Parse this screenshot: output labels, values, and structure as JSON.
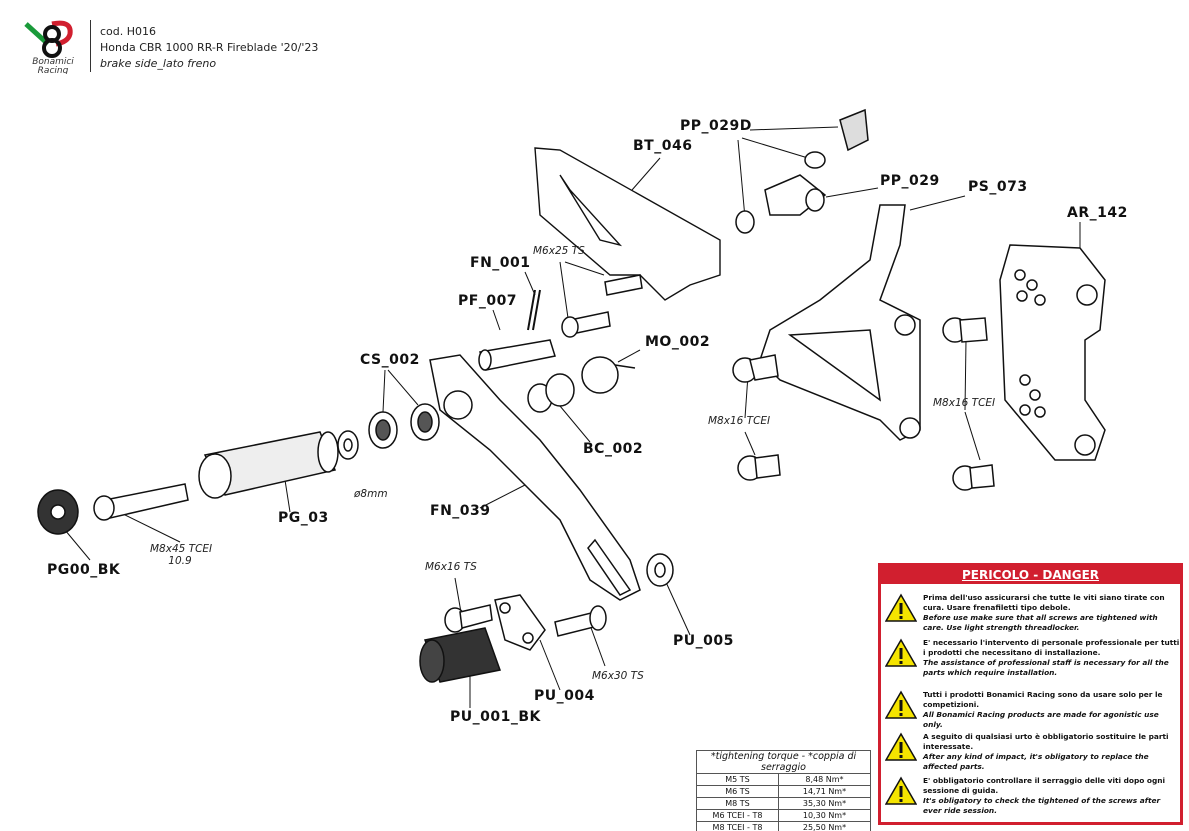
{
  "header": {
    "brand": "Bonamici Racing",
    "code": "cod. H016",
    "model": "Honda CBR 1000 RR-R Fireblade '20/'23",
    "side": "brake side_lato freno"
  },
  "parts": {
    "pp029d": "PP_029D",
    "bt046": "BT_046",
    "pp029": "PP_029",
    "ps073": "PS_073",
    "ar142": "AR_142",
    "fn001": "FN_001",
    "pf007": "PF_007",
    "mo002": "MO_002",
    "cs002": "CS_002",
    "bc002": "BC_002",
    "fn039": "FN_039",
    "pg03": "PG_03",
    "pg00bk": "PG00_BK",
    "pu005": "PU_005",
    "pu004": "PU_004",
    "pu001bk": "PU_001_BK"
  },
  "screws": {
    "m6x25": "M6x25 TS",
    "m8x16a": "M8x16 TCEI",
    "m8x16b": "M8x16 TCEI",
    "d8": "ø8mm",
    "m8x45": "M8x45 TCEI",
    "m8x45grade": "10.9",
    "m6x16": "M6x16 TS",
    "m6x30": "M6x30 TS"
  },
  "danger": {
    "title": "PERICOLO - DANGER",
    "color": "#d11f2f",
    "items": [
      {
        "it": "Prima dell'uso assicurarsi che tutte le viti siano tirate con cura. Usare frenafiletti tipo debole.",
        "en": "Before use make sure that all screws are tightened with care. Use light strength threadlocker."
      },
      {
        "it": "E' necessario l'intervento di personale professionale per tutti i prodotti che necessitano di installazione.",
        "en": "The assistance of professional staff is necessary for all the parts which require installation."
      },
      {
        "it": "Tutti i prodotti Bonamici Racing sono da usare solo per le competizioni.",
        "en": "All Bonamici Racing products are made for agonistic use only."
      },
      {
        "it": "A seguito di qualsiasi urto è obbligatorio sostituire le parti interessate.",
        "en": "After any kind of impact, it's obligatory to replace the affected parts."
      },
      {
        "it": "E' obbligatorio controllare il serraggio delle viti dopo ogni sessione di guida.",
        "en": "It's obligatory to check the tightened of the screws after ever ride session."
      }
    ]
  },
  "torque": {
    "header": "*tightening torque - *coppia di serraggio",
    "rows": [
      [
        "M5 TS",
        "8,48 Nm*"
      ],
      [
        "M6 TS",
        "14,71 Nm*"
      ],
      [
        "M8 TS",
        "35,30 Nm*"
      ],
      [
        "M6 TCEI - T8",
        "10,30 Nm*"
      ],
      [
        "M8 TCEI - T8",
        "25,50 Nm*"
      ]
    ]
  }
}
